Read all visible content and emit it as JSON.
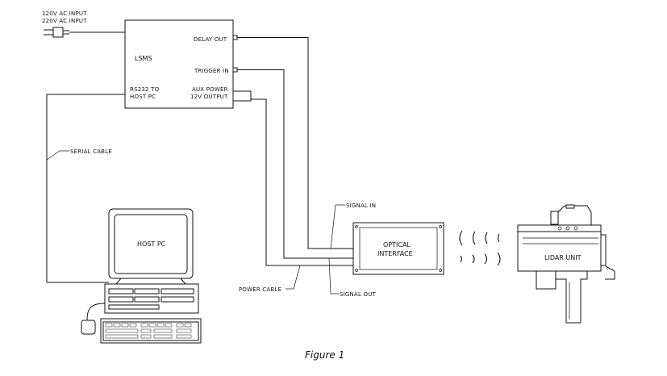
{
  "labels": {
    "ac_input_120": "120V AC INPUT",
    "ac_input_220": "220V AC INPUT",
    "lsms": "LSMS",
    "delay_out": "DELAY OUT",
    "trigger_in": "TRIGGER IN",
    "rs232_line1": "RS232 TO",
    "rs232_line2": "HOST PC",
    "aux_line1": "AUX POWER",
    "aux_line2": "12V OUTPUT",
    "serial_cable": "SERIAL CABLE",
    "host_pc": "HOST PC",
    "signal_in": "SIGNAL IN",
    "signal_out": "SIGNAL OUT",
    "power_cable": "POWER CABLE",
    "optical_line1": "OPTICAL",
    "optical_line2": "INTERFACE",
    "lidar_unit": "LIDAR UNIT"
  },
  "caption": "Figure 1"
}
